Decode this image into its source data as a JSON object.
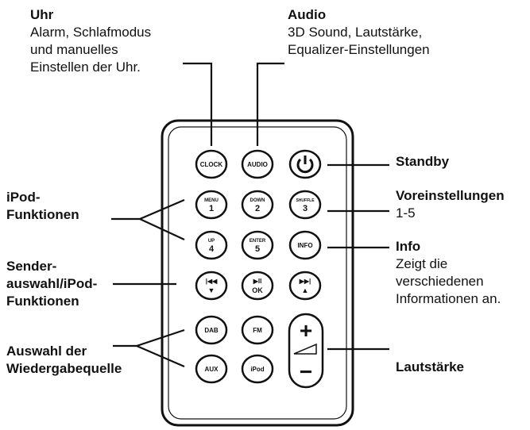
{
  "labels": {
    "uhr": {
      "title": "Uhr",
      "lines": [
        "Alarm, Schlafmodus",
        "und manuelles",
        "Einstellen der Uhr."
      ]
    },
    "audio": {
      "title": "Audio",
      "lines": [
        "3D Sound, Lautstärke,",
        "Equalizer-Einstellungen"
      ]
    },
    "standby": {
      "title": "Standby"
    },
    "voreinstellungen": {
      "title": "Voreinstellungen",
      "lines": [
        "1-5"
      ]
    },
    "info": {
      "title": "Info",
      "lines": [
        "Zeigt die",
        "verschiedenen",
        "Informationen an."
      ]
    },
    "lautstaerke": {
      "title": "Lautstärke"
    },
    "ipod": {
      "lines": [
        "iPod-",
        "Funktionen"
      ]
    },
    "sender": {
      "lines": [
        "Sender-",
        "auswahl/iPod-",
        "Funktionen"
      ]
    },
    "quelle": {
      "lines": [
        "Auswahl der",
        "Wiedergabequelle"
      ]
    }
  },
  "buttons": {
    "clock": "CLOCK",
    "audio": "AUDIO",
    "menu": [
      "MENU",
      "1"
    ],
    "down": [
      "DOWN",
      "2"
    ],
    "shuffle": [
      "SHUFFLE",
      "3"
    ],
    "up": [
      "UP",
      "4"
    ],
    "enter": [
      "ENTER",
      "5"
    ],
    "info": "INFO",
    "prev": [
      "|◀◀",
      "▼"
    ],
    "playpause": [
      "▶II",
      "OK"
    ],
    "next": [
      "▶▶|",
      "▲"
    ],
    "dab": "DAB",
    "fm": "FM",
    "aux": "AUX",
    "ipod": "iPod",
    "vol_plus": "+",
    "vol_minus": "−"
  }
}
